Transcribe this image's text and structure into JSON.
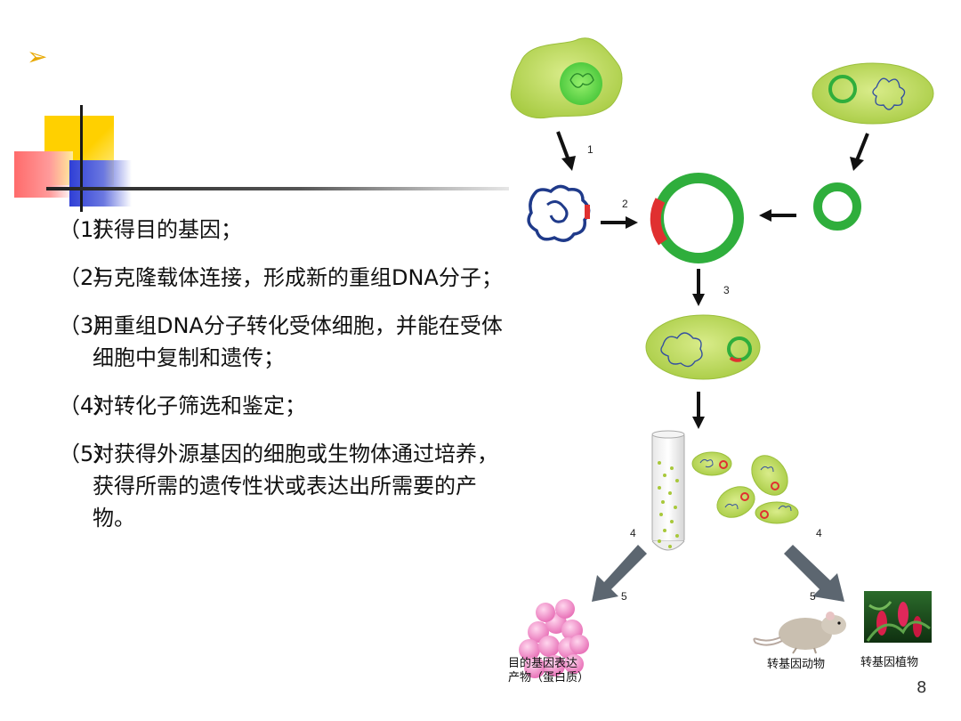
{
  "slide": {
    "steps": [
      {
        "num": "（1）",
        "text": "获得目的基因；"
      },
      {
        "num": "（2）",
        "text": "与克隆载体连接，形成新的重组DNA分子；"
      },
      {
        "num": "（3）",
        "text": "用重组DNA分子转化受体细胞，并能在受体细胞中复制和遗传；"
      },
      {
        "num": "（4）",
        "text": "对转化子筛选和鉴定；"
      },
      {
        "num": "（5）",
        "text": "对获得外源基因的细胞或生物体通过培养，获得所需的遗传性状或表达出所需要的产物。"
      }
    ],
    "page_number": "8"
  },
  "diagram": {
    "step_labels": [
      "1",
      "2",
      "3",
      "4",
      "4",
      "5",
      "5"
    ],
    "captions": {
      "product_line1": "目的基因表达",
      "product_line2": "产物（蛋白质）",
      "animal": "转基因动物",
      "plant": "转基因植物"
    }
  },
  "colors": {
    "cell_green": "#b9d95a",
    "plasmid_green": "#2fae3c",
    "insert_red": "#e03030",
    "dna_blue": "#1f3a8a",
    "arrow_gray": "#5c6670"
  }
}
